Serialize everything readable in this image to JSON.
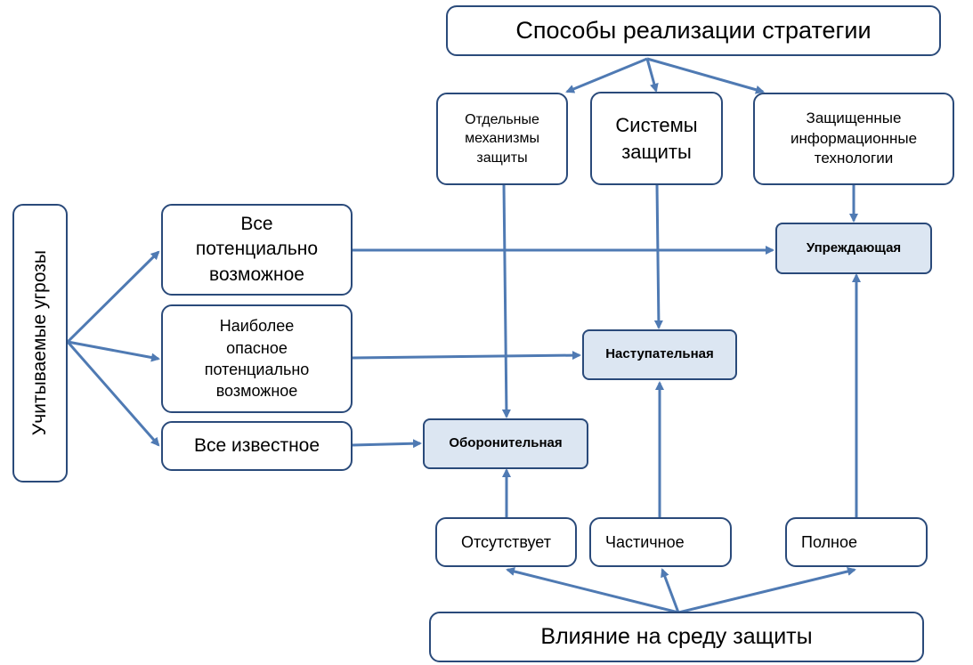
{
  "top": {
    "title": "Способы реализации стратегии"
  },
  "mechanisms": [
    "Отдельные механизмы защиты",
    "Системы защиты",
    "Защищенные информационные технологии"
  ],
  "threats": {
    "label": "Учитываемые угрозы",
    "items": [
      "Все потенциально возможное",
      "Наиболее опасное потенциально возможное",
      "Все известное"
    ]
  },
  "strategies": {
    "preventive": "Упреждающая",
    "offensive": "Наступательная",
    "defensive": "Оборонительная"
  },
  "influence": {
    "title": "Влияние на среду защиты",
    "items": [
      "Отсутствует",
      "Частичное",
      "Полное"
    ]
  },
  "colors": {
    "border": "#2a4a7a",
    "arrow": "#4f7ab3",
    "strategy_fill": "#dce6f2"
  }
}
